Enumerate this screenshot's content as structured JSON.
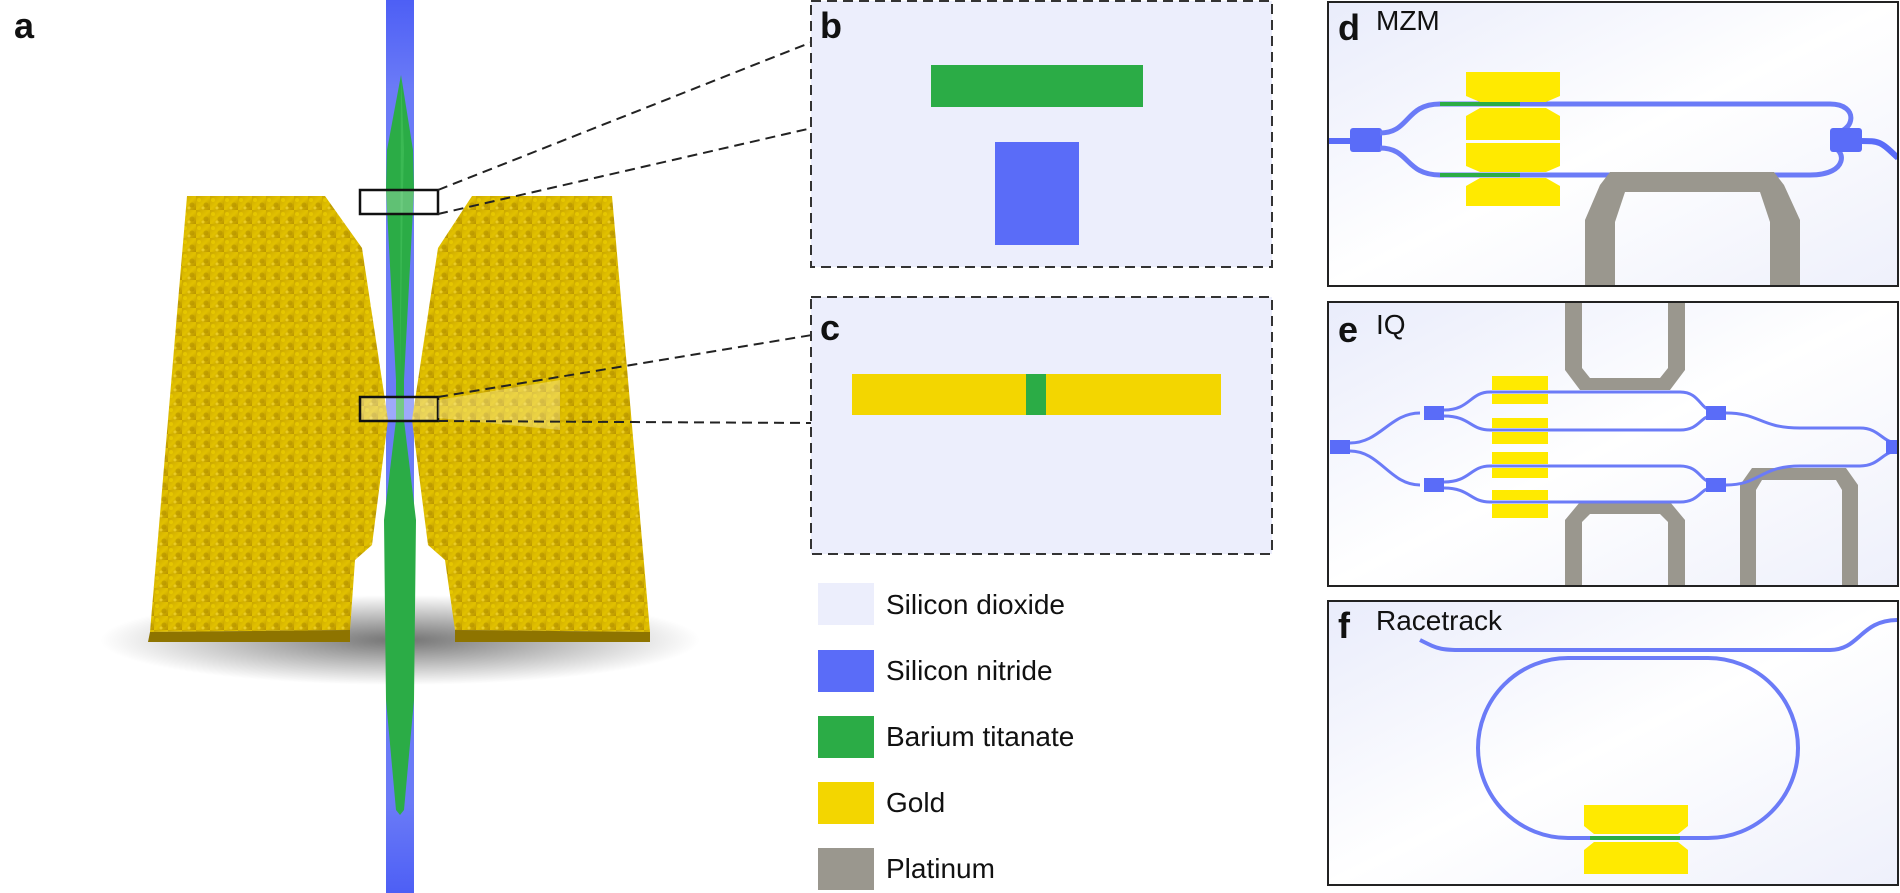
{
  "panels": {
    "a": {
      "label": "a"
    },
    "b": {
      "label": "b"
    },
    "c": {
      "label": "c"
    },
    "d": {
      "label": "d",
      "title": "MZM"
    },
    "e": {
      "label": "e",
      "title": "IQ"
    },
    "f": {
      "label": "f",
      "title": "Racetrack"
    }
  },
  "legend": [
    {
      "label": "Silicon dioxide",
      "color": "#eceefc"
    },
    {
      "label": "Silicon nitride",
      "color": "#5a6cf8"
    },
    {
      "label": "Barium titanate",
      "color": "#2bac46"
    },
    {
      "label": "Gold",
      "color": "#f3d600"
    },
    {
      "label": "Platinum",
      "color": "#9a978e"
    }
  ],
  "colors": {
    "oxide": "#eceefc",
    "nitride": "#5a6cf8",
    "btoGreen": "#2bac46",
    "gold": "#f3d600",
    "goldTexture": "#d8b400",
    "goldBright": "#ffea00",
    "platinum": "#9a978e"
  }
}
